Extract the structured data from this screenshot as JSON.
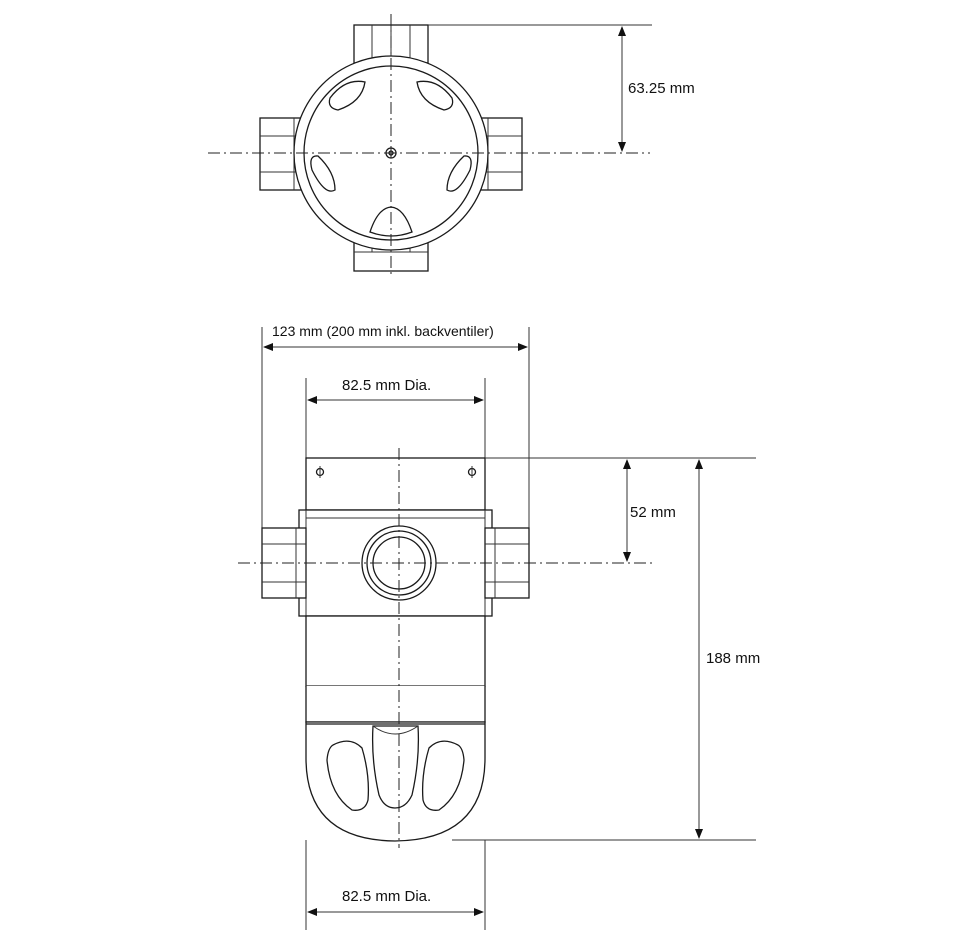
{
  "dimensions": {
    "top_height": "63.25 mm",
    "overall_width": "123 mm (200 mm inkl. backventiler)",
    "upper_diameter": "82.5 mm Dia.",
    "inlet_height": "52 mm",
    "total_height": "188 mm",
    "lower_diameter": "82.5 mm Dia."
  },
  "colors": {
    "line": "#1a1a1a",
    "background": "#ffffff"
  }
}
